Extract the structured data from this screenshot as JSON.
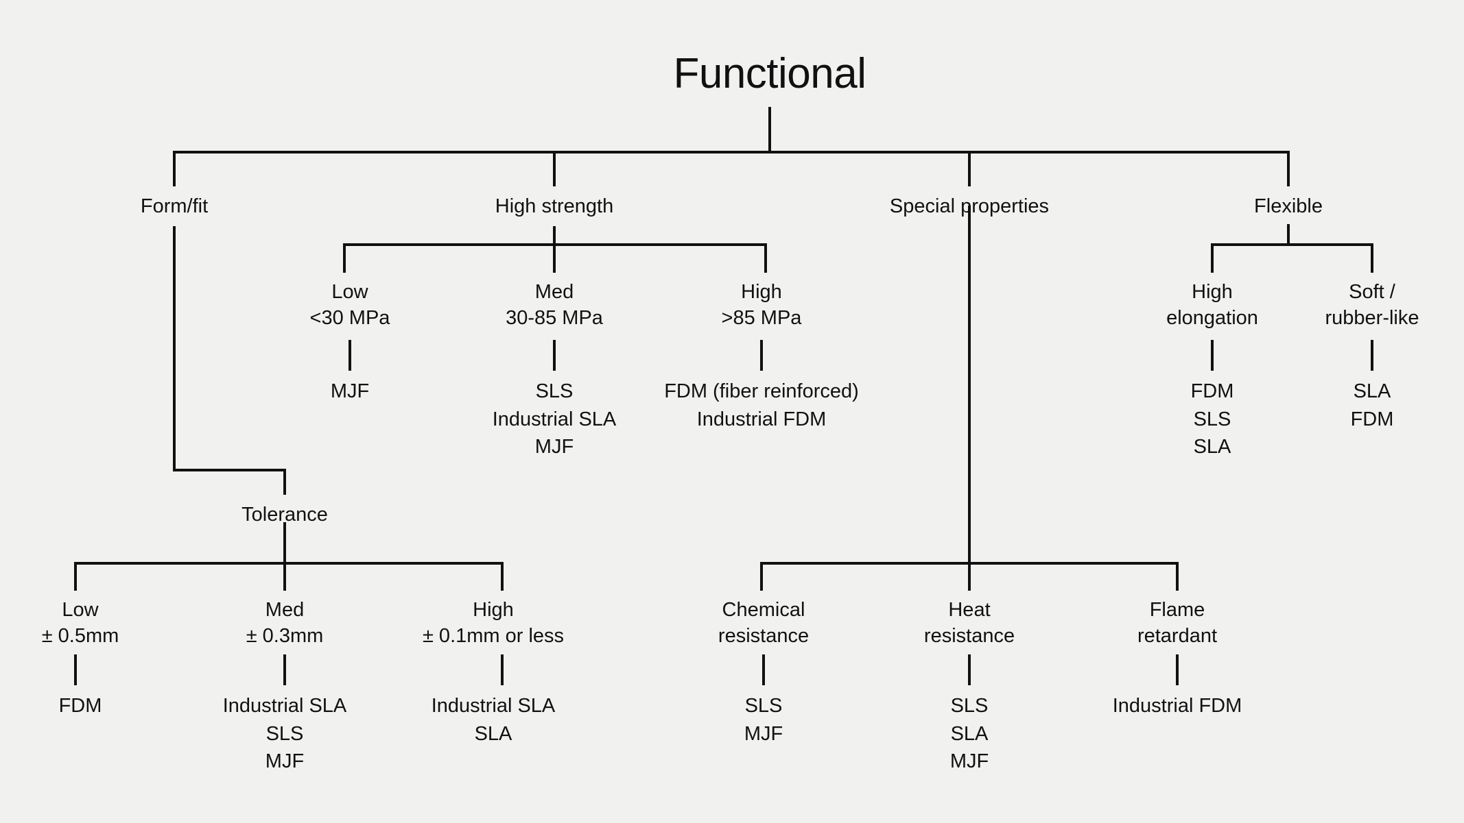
{
  "diagram": {
    "type": "decision-tree",
    "background_color": "#f1f1f0",
    "line_color": "#111111",
    "text_color": "#111111",
    "root": {
      "label": "Functional"
    },
    "branches": [
      {
        "id": "form-fit",
        "label": "Form/fit",
        "children": [
          {
            "id": "tolerance",
            "label": "Tolerance",
            "children": [
              {
                "id": "tolerance-low",
                "label_line1": "Low",
                "label_line2": "± 0.5mm",
                "leaves": [
                  "FDM"
                ]
              },
              {
                "id": "tolerance-med",
                "label_line1": "Med",
                "label_line2": "± 0.3mm",
                "leaves": [
                  "Industrial SLA",
                  "SLS",
                  "MJF"
                ]
              },
              {
                "id": "tolerance-high",
                "label_line1": "High",
                "label_line2": "± 0.1mm or less",
                "leaves": [
                  "Industrial SLA",
                  "SLA"
                ]
              }
            ]
          }
        ]
      },
      {
        "id": "high-strength",
        "label": "High strength",
        "children": [
          {
            "id": "strength-low",
            "label_line1": "Low",
            "label_line2": "<30 MPa",
            "leaves": [
              "MJF"
            ]
          },
          {
            "id": "strength-med",
            "label_line1": "Med",
            "label_line2": "30-85 MPa",
            "leaves": [
              "SLS",
              "Industrial SLA",
              "MJF"
            ]
          },
          {
            "id": "strength-high",
            "label_line1": "High",
            "label_line2": ">85 MPa",
            "leaves": [
              "FDM (fiber reinforced)",
              "Industrial FDM"
            ]
          }
        ]
      },
      {
        "id": "special-properties",
        "label": "Special properties",
        "children": [
          {
            "id": "chemical-resistance",
            "label_line1": "Chemical",
            "label_line2": "resistance",
            "leaves": [
              "SLS",
              "MJF"
            ]
          },
          {
            "id": "heat-resistance",
            "label_line1": "Heat",
            "label_line2": "resistance",
            "leaves": [
              "SLS",
              "SLA",
              "MJF"
            ]
          },
          {
            "id": "flame-retardant",
            "label_line1": "Flame",
            "label_line2": "retardant",
            "leaves": [
              "Industrial FDM"
            ]
          }
        ]
      },
      {
        "id": "flexible",
        "label": "Flexible",
        "children": [
          {
            "id": "high-elongation",
            "label_line1": "High",
            "label_line2": "elongation",
            "leaves": [
              "FDM",
              "SLS",
              "SLA"
            ]
          },
          {
            "id": "soft-rubber-like",
            "label_line1": "Soft /",
            "label_line2": "rubber-like",
            "leaves": [
              "SLA",
              "FDM"
            ]
          }
        ]
      }
    ]
  }
}
